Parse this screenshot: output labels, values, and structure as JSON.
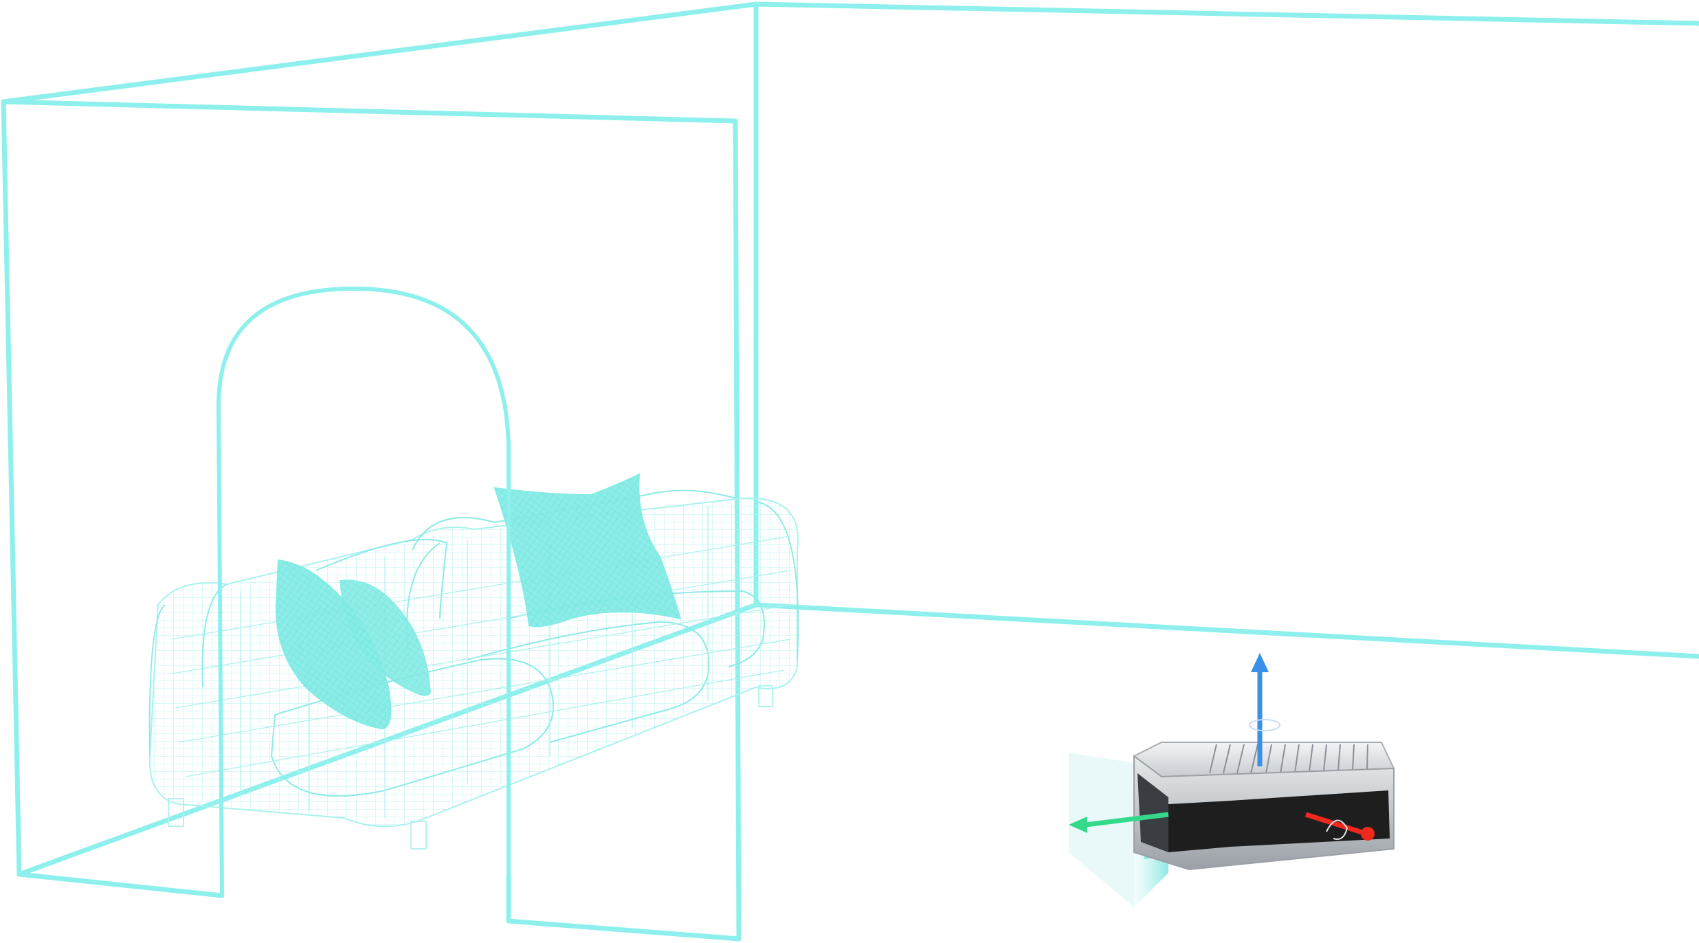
{
  "scene": {
    "background": "#ffffff",
    "wireframe_color": "#8ef0ec",
    "pillow_fill_color": "#7feae4",
    "device_body_color": "#1e1e1e",
    "device_frame_color": "#c9ccd0",
    "gizmo": {
      "up_axis_color": "#3a8fe8",
      "side_axis_color": "#35d98a",
      "forward_axis_color": "#f0281e"
    }
  },
  "objects": [
    {
      "name": "room-wireframe",
      "icon": "room-outline"
    },
    {
      "name": "arch-doorway",
      "icon": "arch-outline"
    },
    {
      "name": "sofa-wireframe",
      "icon": "sofa-mesh"
    },
    {
      "name": "sensor-device",
      "icon": "radar-module"
    },
    {
      "name": "sensor-field",
      "icon": "detection-frustum"
    },
    {
      "name": "transform-gizmo",
      "icon": "xyz-axes"
    }
  ]
}
